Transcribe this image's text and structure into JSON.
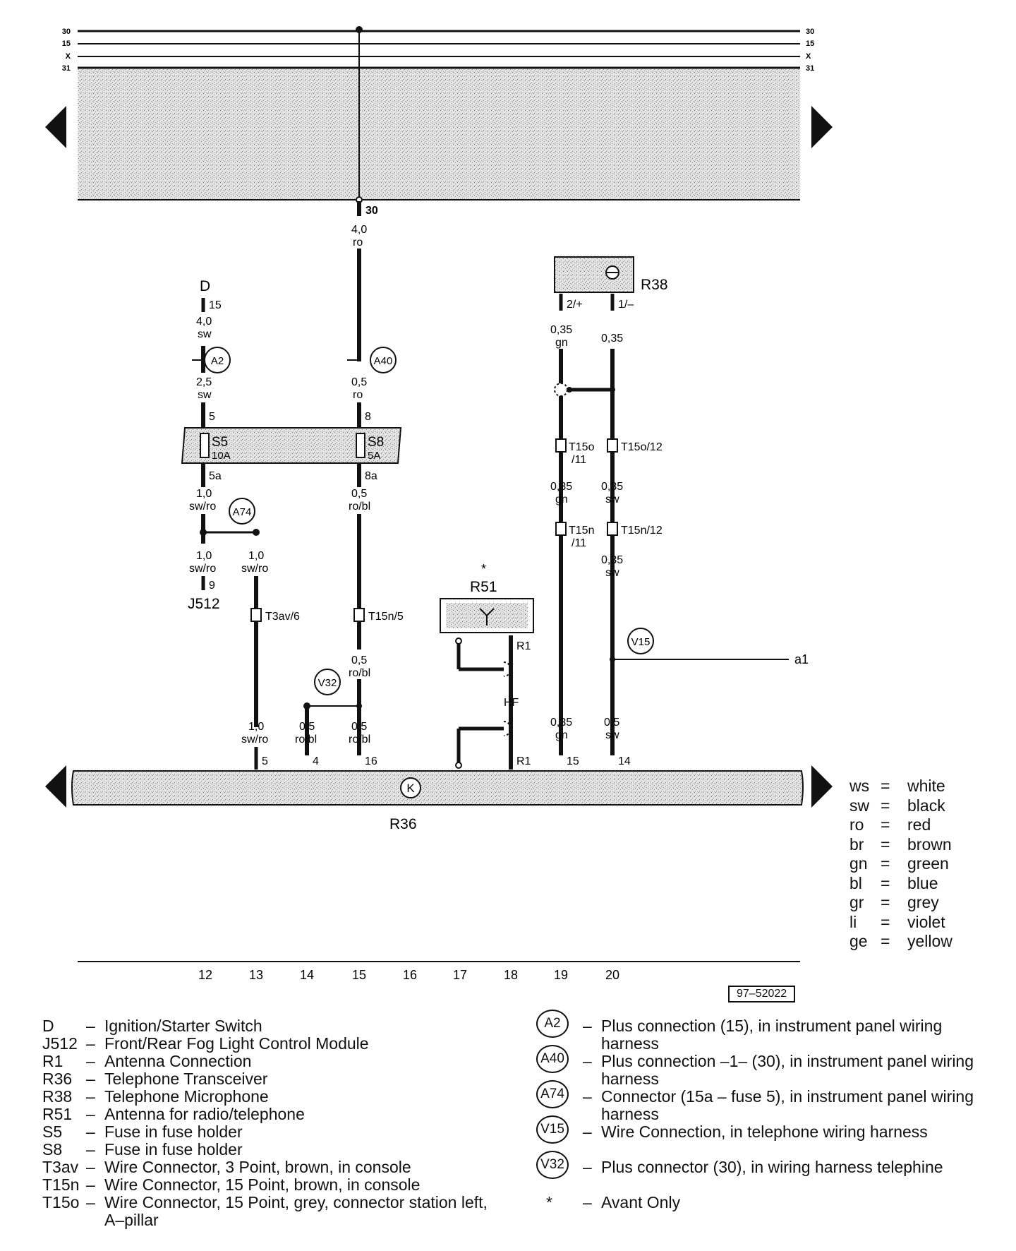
{
  "rail_labels": [
    "30",
    "15",
    "X",
    "31"
  ],
  "fuse_panel": {
    "s5": {
      "name": "S5",
      "rating": "10A"
    },
    "s8": {
      "name": "S8",
      "rating": "5A"
    }
  },
  "components": {
    "D": "D",
    "J512": "J512",
    "R36": "R36",
    "R38": "R38",
    "R51": "R51",
    "R51_star": "*",
    "K": "K",
    "a1": "a1",
    "HF": "HF"
  },
  "wire_labels": [
    "30",
    "4,0",
    "ro",
    "15",
    "4,0",
    "sw",
    "2,5",
    "sw",
    "5",
    "0,5",
    "ro",
    "8",
    "5a",
    "1,0",
    "sw/ro",
    "8a",
    "0,5",
    "ro/bl",
    "1,0",
    "sw/ro",
    "1,0",
    "sw/ro",
    "9",
    "T3av/6",
    "T15n/5",
    "0,5",
    "ro/bl",
    "1,0",
    "sw/ro",
    "0,5",
    "ro/bl",
    "0,5",
    "ro/bl",
    "5",
    "4",
    "16",
    "2/+",
    "1/–",
    "0,35",
    "gn",
    "0,35",
    "T15o",
    "/11",
    "T15o/12",
    "0,35",
    "gn",
    "0,35",
    "sw",
    "T15n",
    "/11",
    "T15n/12",
    "0,35",
    "sw",
    "0,35",
    "gn",
    "0,5",
    "sw",
    "15",
    "14",
    "R1",
    "R1"
  ],
  "circle_labels": [
    "A2",
    "A40",
    "A74",
    "V32",
    "V15"
  ],
  "grid_numbers": [
    "12",
    "13",
    "14",
    "15",
    "16",
    "17",
    "18",
    "19",
    "20"
  ],
  "reference_number": "97–52022",
  "color_key": [
    {
      "abbr": "ws",
      "eq": "=",
      "name": "white"
    },
    {
      "abbr": "sw",
      "eq": "=",
      "name": "black"
    },
    {
      "abbr": "ro",
      "eq": "=",
      "name": "red"
    },
    {
      "abbr": "br",
      "eq": "=",
      "name": "brown"
    },
    {
      "abbr": "gn",
      "eq": "=",
      "name": "green"
    },
    {
      "abbr": "bl",
      "eq": "=",
      "name": "blue"
    },
    {
      "abbr": "gr",
      "eq": "=",
      "name": "grey"
    },
    {
      "abbr": "li",
      "eq": "=",
      "name": "violet"
    },
    {
      "abbr": "ge",
      "eq": "=",
      "name": "yellow"
    }
  ],
  "legend_left": [
    {
      "code": "D",
      "desc": "Ignition/Starter Switch"
    },
    {
      "code": "J512",
      "desc": "Front/Rear Fog Light Control Module"
    },
    {
      "code": "R1",
      "desc": "Antenna Connection"
    },
    {
      "code": "R36",
      "desc": "Telephone Transceiver"
    },
    {
      "code": "R38",
      "desc": "Telephone Microphone"
    },
    {
      "code": "R51",
      "desc": "Antenna for radio/telephone"
    },
    {
      "code": "S5",
      "desc": "Fuse in fuse holder"
    },
    {
      "code": "S8",
      "desc": "Fuse in fuse holder"
    },
    {
      "code": "T3av",
      "desc": "Wire Connector, 3 Point, brown, in console"
    },
    {
      "code": "T15n",
      "desc": "Wire Connector, 15 Point, brown, in console"
    },
    {
      "code": "T15o",
      "desc": "Wire Connector, 15 Point, grey, connector station left,",
      "desc2": "A–pillar"
    }
  ],
  "legend_right": [
    {
      "code": "A2",
      "desc": "Plus connection (15), in instrument panel wiring",
      "desc2": "harness"
    },
    {
      "code": "A40",
      "desc": "Plus connection –1– (30), in instrument panel wiring",
      "desc2": "harness"
    },
    {
      "code": "A74",
      "desc": "Connector (15a – fuse 5), in instrument panel wiring",
      "desc2": "harness"
    },
    {
      "code": "V15",
      "desc": "Wire Connection, in telephone wiring harness"
    },
    {
      "code": "V32",
      "desc": "Plus connector (30), in wiring harness telephine"
    },
    {
      "code": "*",
      "desc": "Avant Only"
    }
  ]
}
